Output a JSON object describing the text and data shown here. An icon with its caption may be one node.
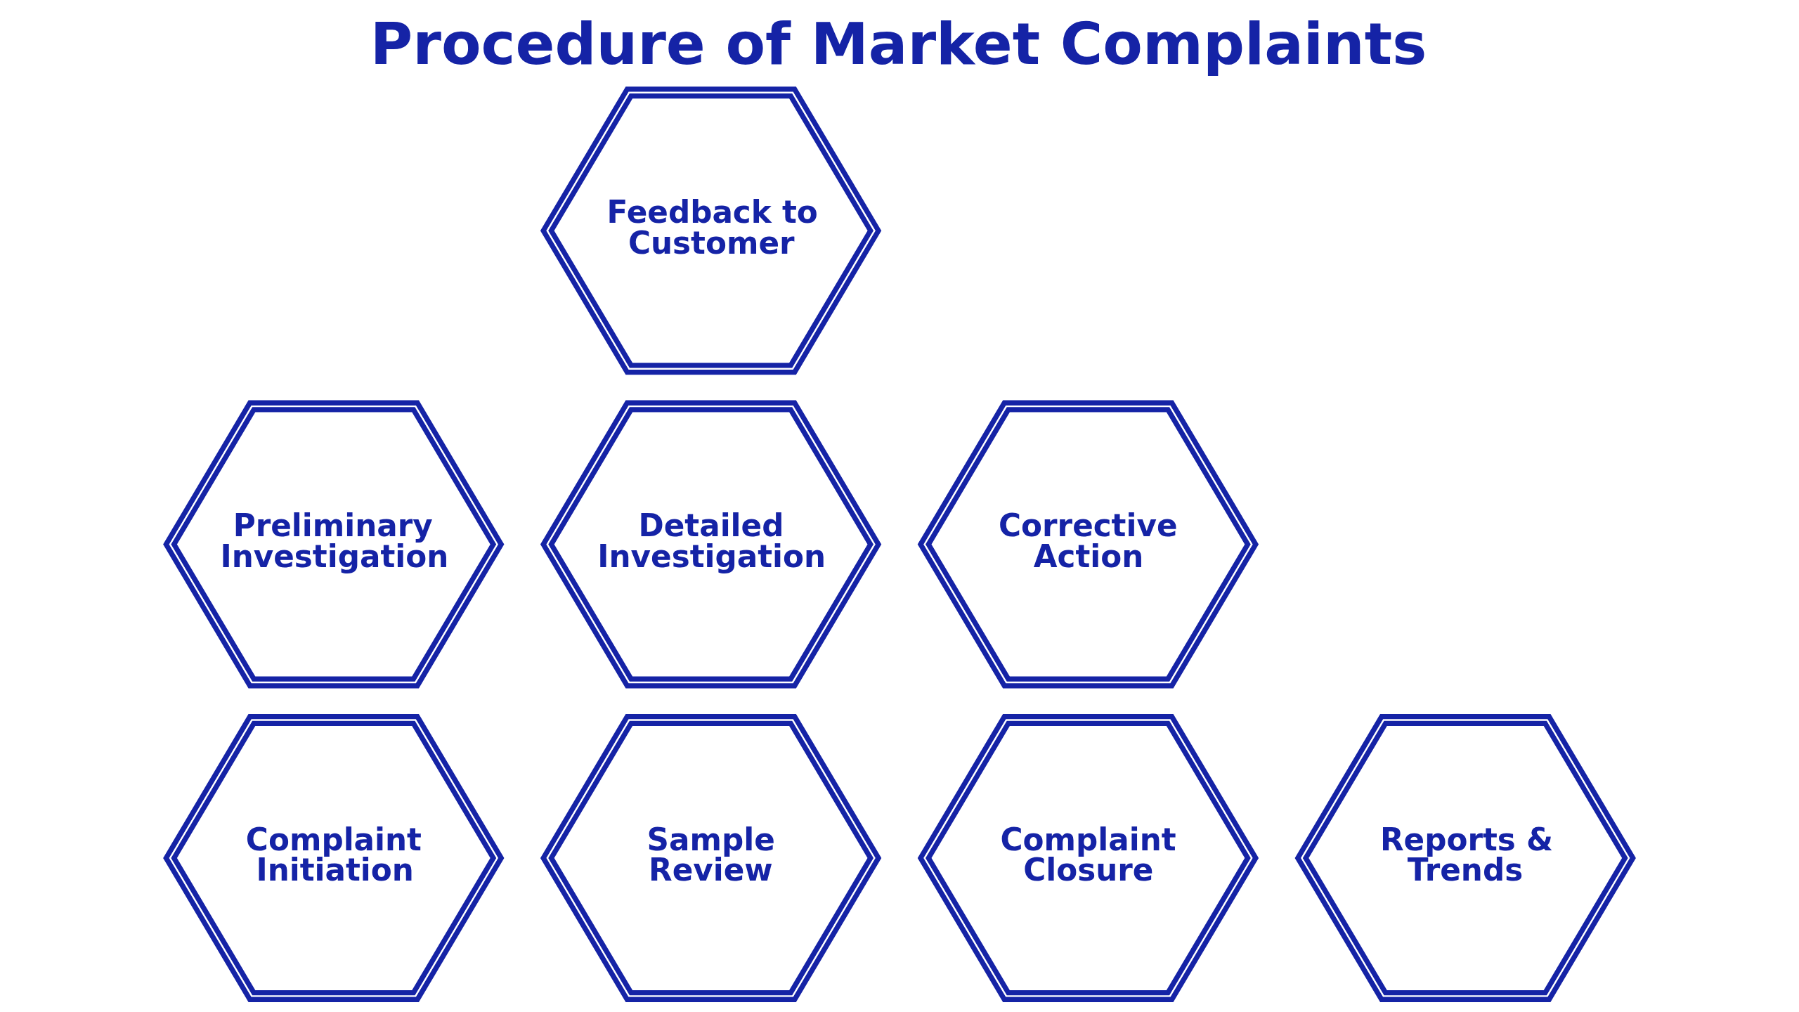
{
  "diagram": {
    "title": "Procedure of Market Complaints",
    "nodes": [
      {
        "text": [
          "Sample Review"
        ]
      },
      {
        "text": [
          "Complaint Initiation"
        ]
      },
      {
        "text": [
          "Complaint Closure"
        ]
      },
      {
        "text": [
          "Detailed Investigation"
        ]
      },
      {
        "text": [
          "Reports & Trends"
        ]
      },
      {
        "text": [
          "Preliminary Investigation"
        ]
      },
      {
        "text": [
          "Corrective Action"
        ]
      },
      {
        "text": [
          "Feedback to Customer"
        ]
      }
    ],
    "edges": []
  }
}
